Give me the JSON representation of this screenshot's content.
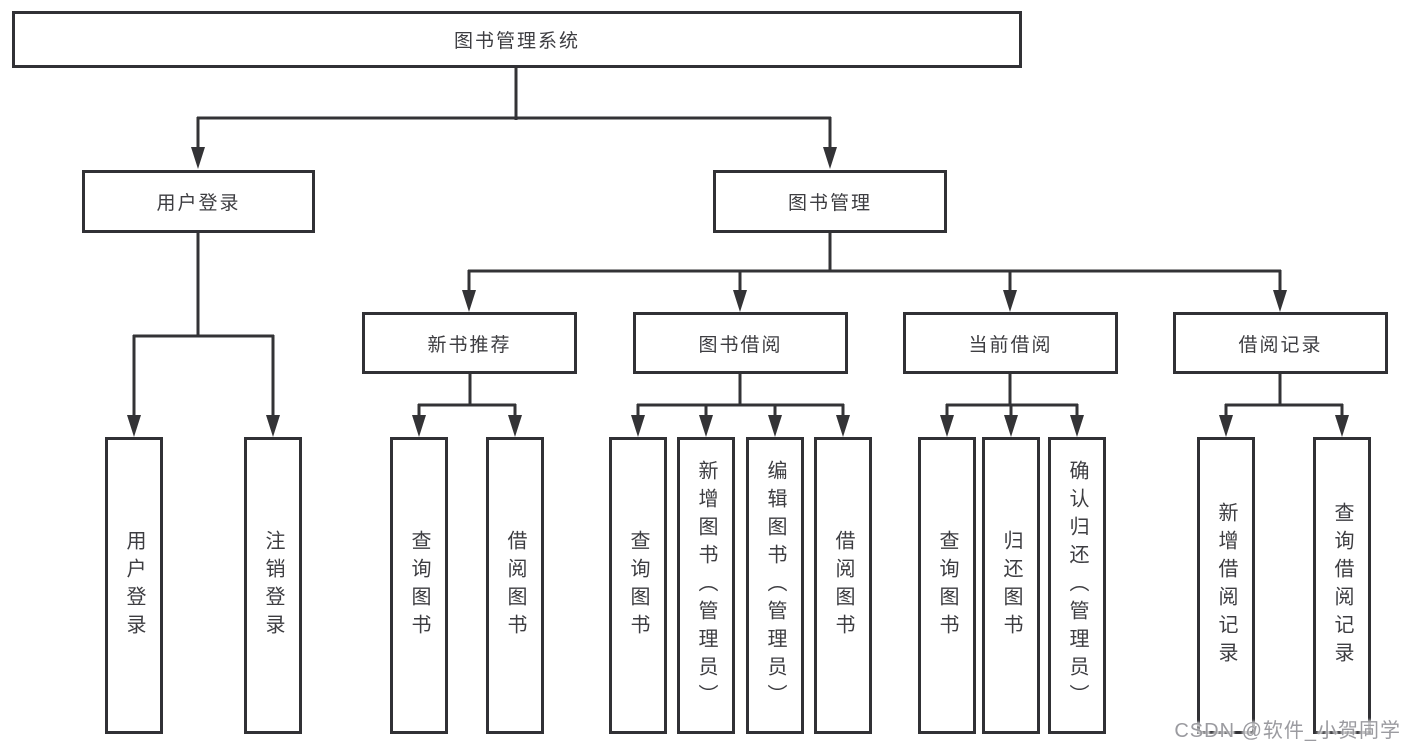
{
  "diagram_title": "图书管理系统",
  "tree": {
    "label": "图书管理系统",
    "children": [
      {
        "label": "用户登录",
        "children": [
          {
            "label": "用户登录"
          },
          {
            "label": "注销登录"
          }
        ]
      },
      {
        "label": "图书管理",
        "children": [
          {
            "label": "新书推荐",
            "children": [
              {
                "label": "查询图书"
              },
              {
                "label": "借阅图书"
              }
            ]
          },
          {
            "label": "图书借阅",
            "children": [
              {
                "label": "查询图书"
              },
              {
                "label": "新增图书（管理员）"
              },
              {
                "label": "编辑图书（管理员）"
              },
              {
                "label": "借阅图书"
              }
            ]
          },
          {
            "label": "当前借阅",
            "children": [
              {
                "label": "查询图书"
              },
              {
                "label": "归还图书"
              },
              {
                "label": "确认归还（管理员）"
              }
            ]
          },
          {
            "label": "借阅记录",
            "children": [
              {
                "label": "新增借阅记录"
              },
              {
                "label": "查询借阅记录"
              }
            ]
          }
        ]
      }
    ]
  },
  "watermark": {
    "text": "CSDN @软件_小贺同学"
  },
  "colors": {
    "background": "#ffffff",
    "line": "#333336",
    "box_border": "#313135",
    "box_fill": "#ffffff",
    "text": "#3d3d41",
    "watermark": "#9b9ba0"
  }
}
